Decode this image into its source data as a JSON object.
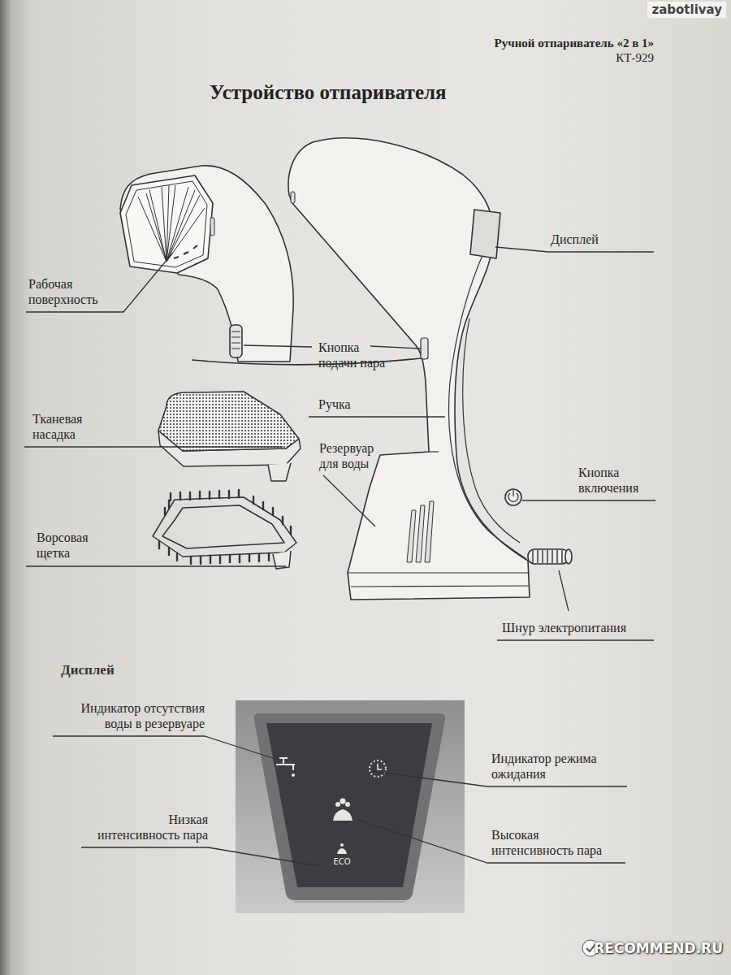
{
  "diagram": {
    "title": "Устройство отпаривателя",
    "labels": [
      "zabotlivay",
      "Ручной отпариватель «2 в 1»",
      "КТ-929",
      "Рабочая поверхность",
      "Дисплей",
      "Кнопка подачи пара",
      "Ручка",
      "Тканевая насадка",
      "Резервуар для воды",
      "Кнопка включения",
      "Ворсовая щетка",
      "Шнур электропитания",
      "Дисплей",
      "Индикатор отсутствия воды в резервуаре",
      "Индикатор режима ожидания",
      "Низкая интенсивность пара",
      "Высокая интенсивность пара",
      "ECO",
      "RECOMMEND.RU"
    ]
  }
}
